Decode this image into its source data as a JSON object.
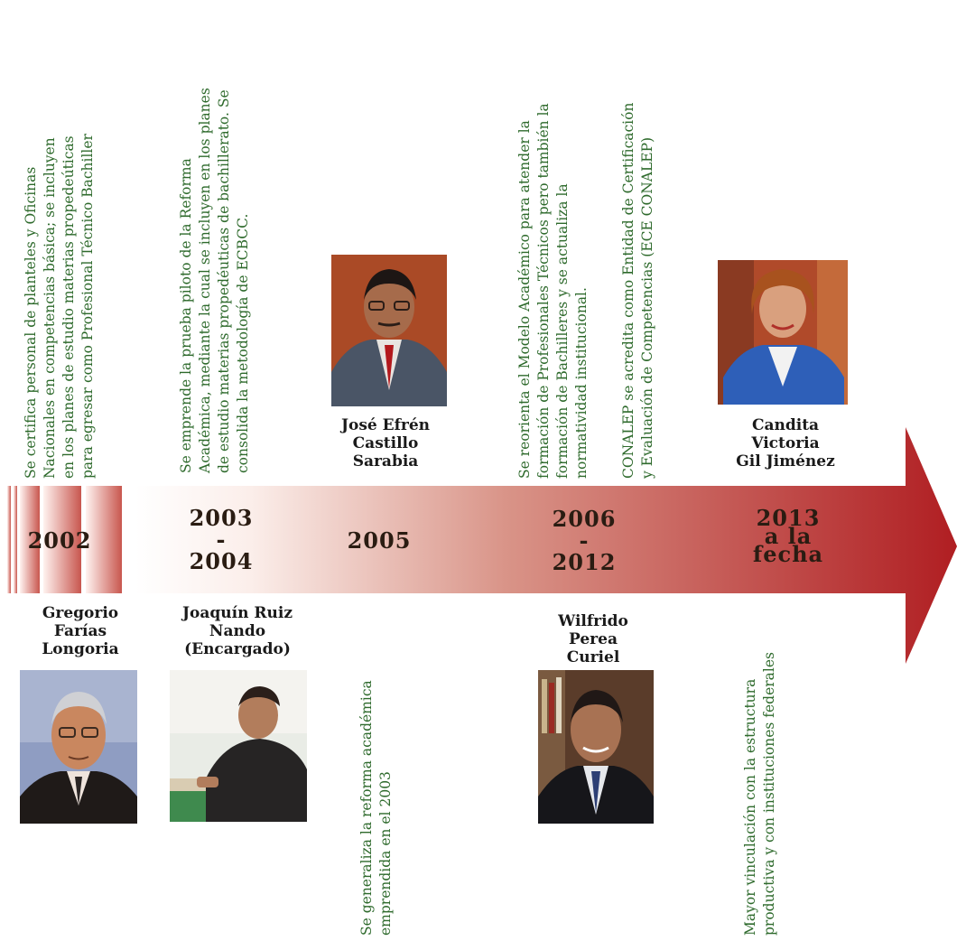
{
  "colors": {
    "arrow_light": "#ffffff",
    "arrow_dark": "#b01e22",
    "text_green": "#2e6a2c"
  },
  "timeline": {
    "milestones": [
      {
        "year_lines": [
          "2002"
        ]
      },
      {
        "year_lines": [
          "2003",
          "-",
          "2004"
        ]
      },
      {
        "year_lines": [
          "2005"
        ]
      },
      {
        "year_lines": [
          "2006",
          "-",
          "2012"
        ]
      },
      {
        "year_lines": [
          "2013",
          "a la",
          "fecha"
        ]
      }
    ],
    "events": [
      {
        "lines": [
          "Se certifica personal de planteles y Oficinas",
          "Nacionales en competencias básica; se incluyen",
          "en los planes de estudio materias propedeúticas",
          "para egresar como Profesional Técnico Bachiller"
        ]
      },
      {
        "lines": [
          "Se emprende la prueba piloto de la Reforma",
          "Académica, mediante la cual se incluyen en los planes",
          "de estudio materias propedéuticas de bachillerato. Se",
          "consolida la metodología de ECBCC."
        ]
      },
      {
        "lines": [
          "Se generaliza la reforma académica",
          "emprendida en el 2003"
        ]
      },
      {
        "lines": [
          "Se reorienta el Modelo Académico para atender la",
          "formación de Profesionales Técnicos pero también la",
          "formación de Bachilleres y se actualiza la",
          "normatividad institucional."
        ]
      },
      {
        "lines": [
          "CONALEP se acredita como Entidad de Certificación",
          "y Evaluación de Competencias (ECE CONALEP)"
        ]
      },
      {
        "lines": [
          "Mayor vinculación con la estructura",
          "productiva y con instituciones federales"
        ]
      }
    ],
    "people": [
      {
        "name_lines": [
          "Gregorio",
          "Farías",
          "Longoria"
        ]
      },
      {
        "name_lines": [
          "Joaquín Ruiz",
          "Nando",
          "(Encargado)"
        ]
      },
      {
        "name_lines": [
          "José Efrén",
          "Castillo",
          "Sarabia"
        ]
      },
      {
        "name_lines": [
          "Wilfrido",
          "Perea",
          "Curiel"
        ]
      },
      {
        "name_lines": [
          "Candita",
          "Victoria",
          "Gil Jiménez"
        ]
      }
    ]
  }
}
